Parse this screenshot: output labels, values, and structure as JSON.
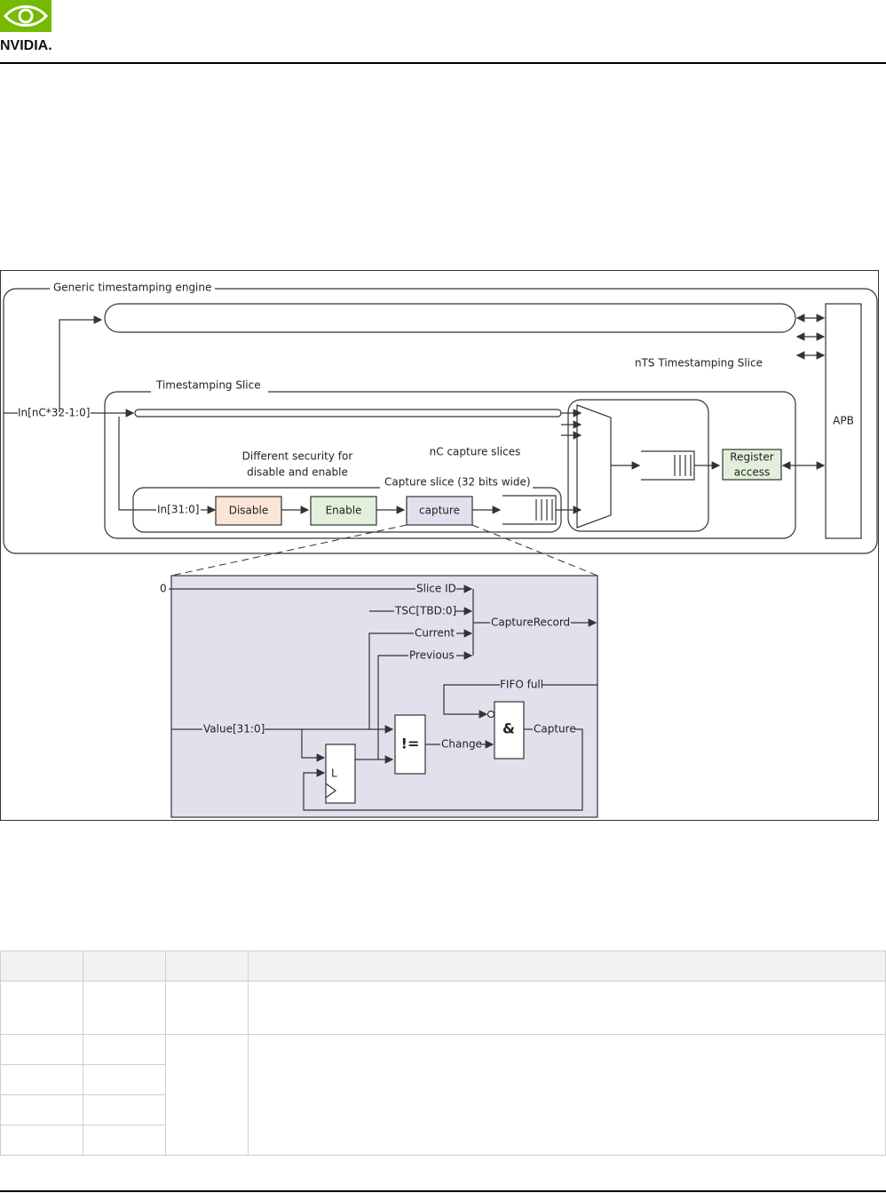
{
  "header": {
    "logo_text": "NVIDIA."
  },
  "diagram": {
    "engine_label": "Generic timestamping engine",
    "slice_label": "Timestamping Slice",
    "nts_label": "nTS Timestamping Slice",
    "input_label": "In[nC*32-1:0]",
    "apb_label": "APB",
    "security_line1": "Different security for",
    "security_line2": "disable and enable",
    "nc_label": "nC capture slices",
    "capture_slice_label": "Capture slice (32 bits wide)",
    "in31_label": "In[31:0]",
    "disable_label": "Disable",
    "enable_label": "Enable",
    "capture_label": "capture",
    "register_line1": "Register",
    "register_line2": "access",
    "detail": {
      "zero": "0",
      "slice_id": "Slice ID",
      "tsc": "TSC[TBD:0]",
      "current": "Current",
      "previous": "Previous",
      "capture_record": "CaptureRecord",
      "fifo_full": "FIFO full",
      "value": "Value[31:0]",
      "neq": "!=",
      "change": "Change",
      "and": "&",
      "capture_out": "Capture",
      "latch": "L"
    },
    "colors": {
      "disable_fill": "#fbe5d6",
      "enable_fill": "#e2efda",
      "capture_fill": "#e4dfec",
      "detail_fill": "#e4dfec",
      "register_fill": "#e2efda"
    }
  }
}
